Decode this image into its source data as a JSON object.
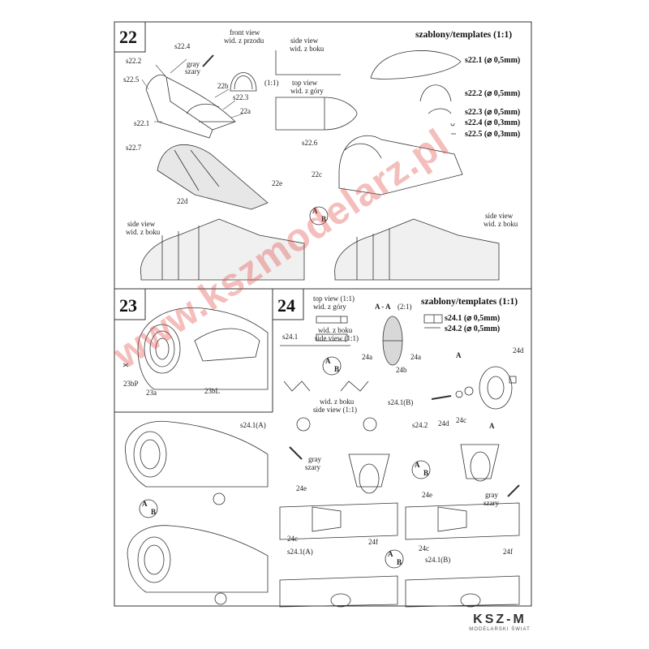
{
  "steps": {
    "s22": "22",
    "s23": "23",
    "s24": "24"
  },
  "templates_header_22": "szablony/templates (1:1)",
  "templates_header_24": "szablony/templates (1:1)",
  "labels22": {
    "front_view": "front view",
    "front_view_pl": "wid. z przodu",
    "side_view": "side view",
    "side_view_pl": "wid. z boku",
    "scale": "(1:1)",
    "top_view": "top view",
    "top_view_pl": "wid. z góry",
    "gray": "gray",
    "gray_pl": "szary",
    "s22_4": "s22.4",
    "s22_2": "s22.2",
    "s22_5": "s22.5",
    "s22_3": "s22.3",
    "s22_1": "s22.1",
    "p22b": "22b",
    "p22a": "22a",
    "s22_7": "s22.7",
    "p22d": "22d",
    "p22e": "22e",
    "s22_6": "s22.6",
    "p22c": "22c",
    "side_view2": "side view",
    "side_view2_pl": "wid. z boku",
    "side_view3": "side view",
    "side_view3_pl": "wid. z boku"
  },
  "templates22": [
    "s22.1 (⌀ 0,5mm)",
    "s22.2 (⌀ 0,5mm)",
    "s22.3 (⌀ 0,5mm)",
    "s22.4 (⌀ 0,3mm)",
    "s22.5 (⌀ 0,3mm)"
  ],
  "labels23": {
    "p23bP": "23bP",
    "p23a": "23a",
    "p23bL": "23bL"
  },
  "labels24": {
    "top_view": "top view (1:1)",
    "top_view_pl": "wid. z góry",
    "side_view_pl": "wid. z boku",
    "side_view": "side view (1:1)",
    "s24_1": "s24.1",
    "section": "A - A",
    "section_scale": "(2:1)",
    "p24a_l": "24a",
    "p24a_r": "24a",
    "p24b": "24b",
    "p24d_top": "24d",
    "a_top": "A",
    "side_view2_pl": "wid. z boku",
    "side_view2": "side view (1:1)",
    "s24_1B": "s24.1(B)",
    "s24_1A": "s24.1(A)",
    "s24_2": "s24.2",
    "p24d": "24d",
    "p24c": "24c",
    "a_bottom": "A",
    "gray": "gray",
    "gray_pl": "szary",
    "gray2": "gray",
    "gray2_pl": "szary",
    "p24e_l": "24e",
    "p24c_l": "24c",
    "p24f_l": "24f",
    "s24_1A_b": "s24.1(A)",
    "p24e_r": "24e",
    "p24c_r": "24c",
    "p24f_r": "24f",
    "s24_1B_b": "s24.1(B)"
  },
  "templates24": [
    "s24.1 (⌀ 0,5mm)",
    "s24.2 (⌀ 0,5mm)"
  ],
  "ab_badge": {
    "a": "A",
    "b": "B"
  },
  "watermark": "www.kszmodelarz.pl",
  "logo": {
    "main": "KSZ-M",
    "sub": "MODELARSKI ŚWIAT"
  }
}
